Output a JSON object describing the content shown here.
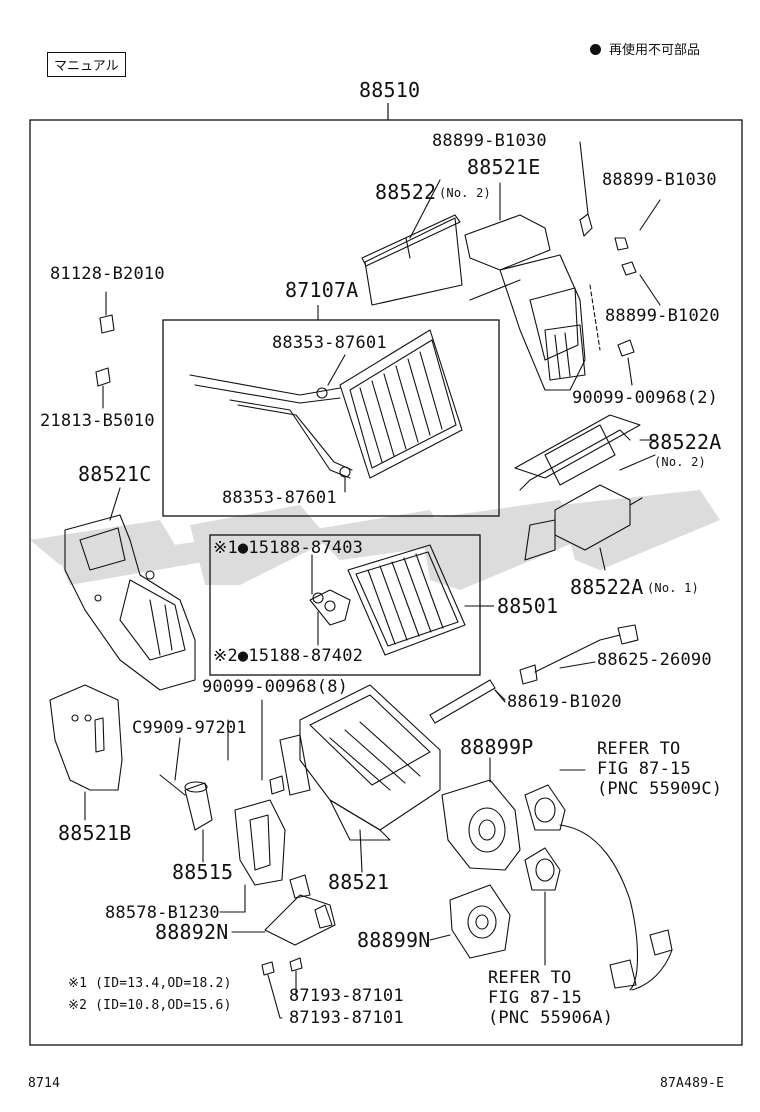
{
  "header": {
    "manual_tag": "マニュアル",
    "legend_text": "再使用不可部品"
  },
  "parts": {
    "main_assembly": "88510",
    "screw_b1030_a": "88899-B1030",
    "housing_e": "88521E",
    "screw_b1030_b": "88899-B1030",
    "filter_no2": "88522",
    "filter_no2_note": "(No. 2)",
    "clip_b2010": "81128-B2010",
    "radiator": "87107A",
    "oring_top": "88353-87601",
    "clip_b1020": "88899-B1020",
    "screw_b5010": "21813-B5010",
    "bolt_00968_2": "90099-00968(2)",
    "housing_c": "88521C",
    "filter_a_no2": "88522A",
    "filter_a_no2_note": "(No. 2)",
    "oring_bottom": "88353-87601",
    "oring_87403": "※1●15188-87403",
    "evaporator": "88501",
    "filter_a_no1": "88522A",
    "filter_a_no1_note": "(No. 1)",
    "oring_87402": "※2●15188-87402",
    "sensor_26090": "88625-26090",
    "bolt_00968_8": "90099-00968(8)",
    "seal_b1020": "88619-B1020",
    "c9909": "C9909-97201",
    "fan_p": "88899P",
    "refer1_line1": "REFER TO",
    "refer1_line2": "FIG 87-15",
    "refer1_line3": "(PNC 55909C)",
    "cover_b": "88521B",
    "valve_88515": "88515",
    "housing_88521": "88521",
    "grommet_b1230": "88578-B1230",
    "bracket_n": "88892N",
    "motor_n": "88899N",
    "refer2_line1": "REFER TO",
    "refer2_line2": "FIG 87-15",
    "refer2_line3": "(PNC 55906A)",
    "note1": "※1 (ID=13.4,OD=18.2)",
    "note2": "※2 (ID=10.8,OD=15.6)",
    "part_87101_a": "87193-87101",
    "part_87101_b": "87193-87101"
  },
  "footer": {
    "page_number": "8714",
    "figure_id": "87A489-E"
  }
}
